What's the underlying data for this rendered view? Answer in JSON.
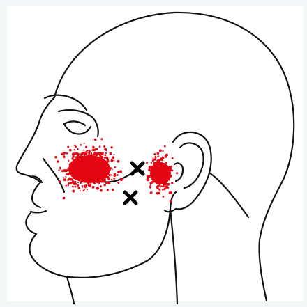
{
  "colors": {
    "background": "#f4f7f8",
    "canvas": "#ffffff",
    "outline": "#111111",
    "referred_pain": "#e30613",
    "trigger_point_marker": "#000000"
  },
  "figure": {
    "subject": "head-profile-left",
    "trigger_points": [
      {
        "name": "trigger-point-upper",
        "icon": "x-mark"
      },
      {
        "name": "trigger-point-lower",
        "icon": "x-mark"
      }
    ],
    "pain_regions": [
      {
        "name": "pain-area-cheek",
        "icon": "dense-red-cloud"
      },
      {
        "name": "pain-area-preauricular",
        "icon": "dense-red-cloud"
      }
    ]
  }
}
